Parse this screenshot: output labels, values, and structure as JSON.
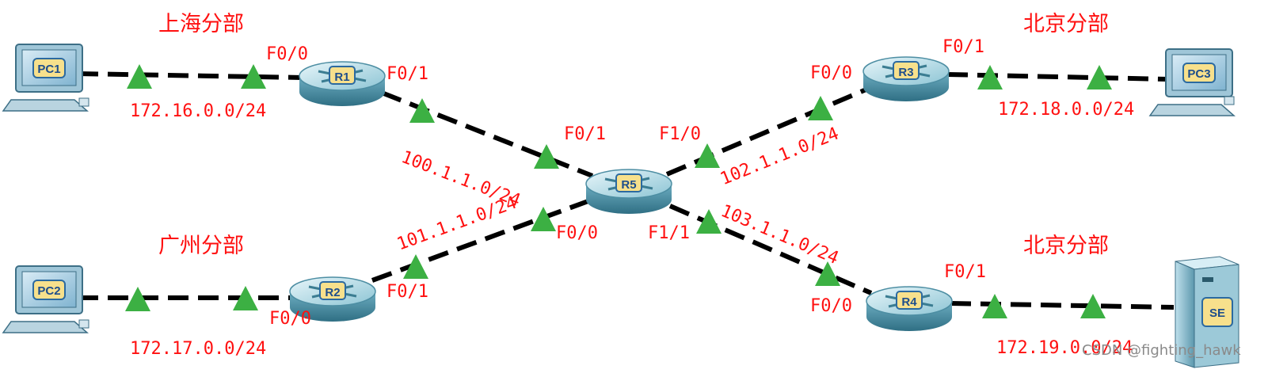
{
  "regions": {
    "shanghai": "上海分部",
    "guangzhou": "广州分部",
    "beijing_top": "北京分部",
    "beijing_bottom": "北京分部"
  },
  "devices": {
    "pc1": "PC1",
    "pc2": "PC2",
    "pc3": "PC3",
    "server": "SE",
    "r1": "R1",
    "r2": "R2",
    "r3": "R3",
    "r4": "R4",
    "r5": "R5"
  },
  "interfaces": {
    "r1_f00": "F0/0",
    "r1_f01": "F0/1",
    "r2_f00": "F0/0",
    "r2_f01": "F0/1",
    "r3_f00": "F0/0",
    "r3_f01": "F0/1",
    "r4_f00": "F0/0",
    "r4_f01": "F0/1",
    "r5_f01": "F0/1",
    "r5_f00": "F0/0",
    "r5_f10": "F1/0",
    "r5_f11": "F1/1"
  },
  "networks": {
    "lan_shanghai": "172.16.0.0/24",
    "lan_guangzhou": "172.17.0.0/24",
    "lan_beijing_pc3": "172.18.0.0/24",
    "lan_beijing_se": "172.19.0.0/24",
    "wan_r1_r5": "100.1.1.0/24",
    "wan_r2_r5": "101.1.1.0/24",
    "wan_r3_r5": "102.1.1.0/24",
    "wan_r4_r5": "103.1.1.0/24"
  },
  "watermark": "CSDN @fighting_hawk",
  "colors": {
    "label": "#ff1010",
    "link": "#000000",
    "link_up": "#3cb043",
    "router_body": "#5fa3b8",
    "device_tag": "#f7e08c"
  }
}
